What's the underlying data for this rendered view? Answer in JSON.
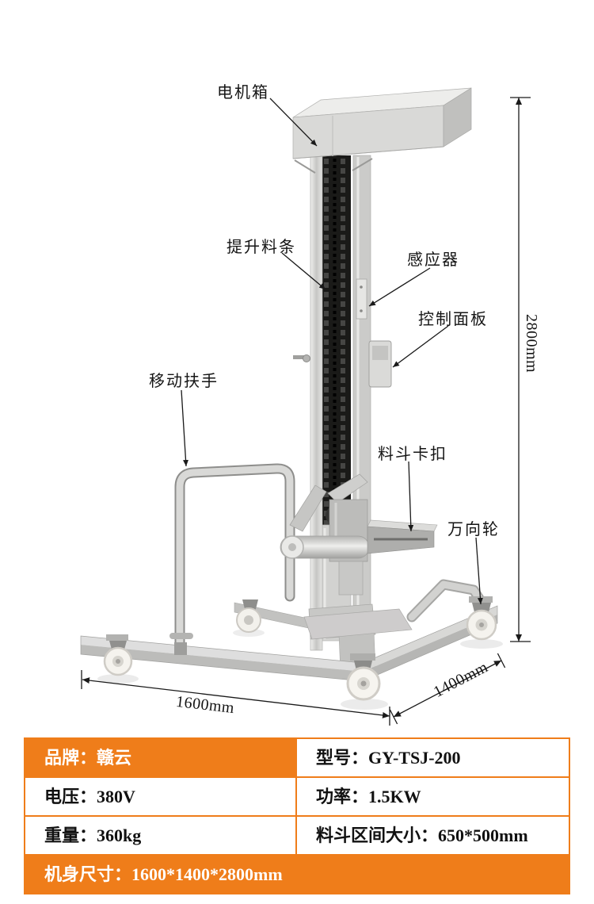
{
  "figure": {
    "annotations": [
      {
        "id": "motor-box",
        "label": "电机箱"
      },
      {
        "id": "lift-strip",
        "label": "提升料条"
      },
      {
        "id": "sensor",
        "label": "感应器"
      },
      {
        "id": "control-panel",
        "label": "控制面板"
      },
      {
        "id": "handle",
        "label": "移动扶手"
      },
      {
        "id": "hopper-clip",
        "label": "料斗卡扣"
      },
      {
        "id": "caster",
        "label": "万向轮"
      }
    ],
    "dimensions": {
      "height": "2800mm",
      "length": "1600mm",
      "depth": "1400mm"
    }
  },
  "spec_table": {
    "rows": [
      {
        "cells": [
          {
            "text": "品牌：赣云"
          },
          {
            "text": "型号：GY-TSJ-200"
          }
        ]
      },
      {
        "cells": [
          {
            "text": "电压：380V"
          },
          {
            "text": "功率：1.5KW"
          }
        ]
      },
      {
        "cells": [
          {
            "text": "重量：360kg"
          },
          {
            "text": "料斗区间大小：650*500mm"
          }
        ]
      },
      {
        "cells": [
          {
            "text": "机身尺寸：1600*1400*2800mm"
          }
        ]
      }
    ]
  },
  "colors": {
    "accent_orange": "#ef7d1a",
    "text_dark": "#151515",
    "line_black": "#1a1a1a"
  }
}
